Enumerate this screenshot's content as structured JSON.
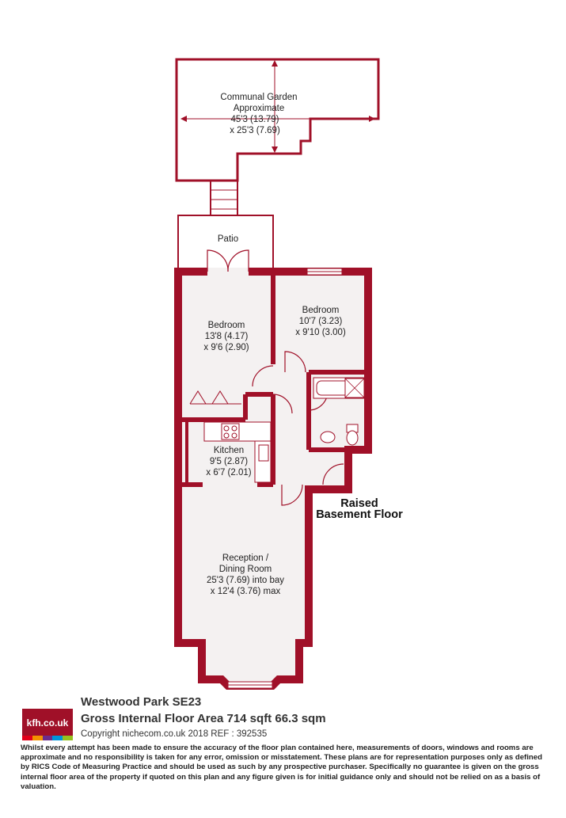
{
  "colors": {
    "wall": "#a01028",
    "floor": "#f4f1f1",
    "garden": "#ffffff",
    "text": "#222222"
  },
  "rooms": {
    "garden": {
      "name": "Communal Garden",
      "line2": "Approximate",
      "dim1": "45'3 (13.79)",
      "dim2": "x 25'3 (7.69)"
    },
    "patio": {
      "name": "Patio"
    },
    "bedroom1": {
      "name": "Bedroom",
      "dim1": "13'8 (4.17)",
      "dim2": "x 9'6 (2.90)"
    },
    "bedroom2": {
      "name": "Bedroom",
      "dim1": "10'7 (3.23)",
      "dim2": "x 9'10 (3.00)"
    },
    "kitchen": {
      "name": "Kitchen",
      "dim1": "9'5 (2.87)",
      "dim2": "x 6'7 (2.01)"
    },
    "reception": {
      "name": "Reception /",
      "line2": "Dining Room",
      "dim1": "25'3 (7.69) into bay",
      "dim2": "x 12'4 (3.76) max"
    }
  },
  "floor_label": {
    "line1": "Raised",
    "line2": "Basement Floor"
  },
  "logo": {
    "text": "kfh.co.uk",
    "stripe_colors": [
      "#e2001a",
      "#f39200",
      "#6a2c8c",
      "#0094d9",
      "#95c11f"
    ]
  },
  "footer": {
    "address": "Westwood Park  SE23",
    "area": "Gross Internal Floor Area 714 sqft 66.3 sqm",
    "copyright": "Copyright nichecom.co.uk 2018 REF : 392535",
    "disclaimer": "Whilst every attempt has been made to ensure the accuracy of the floor plan contained here, measurements of doors, windows and rooms are approximate and no responsibility is taken for any error, omission or misstatement.  These plans are for representation purposes only as defined by RICS Code of Measuring Practice and should be used as such by any prospective purchaser.  Specifically no guarantee is given on the gross internal floor area of the property if quoted on this plan and any figure given is for initial guidance only and should not be relied on as a basis of valuation."
  }
}
